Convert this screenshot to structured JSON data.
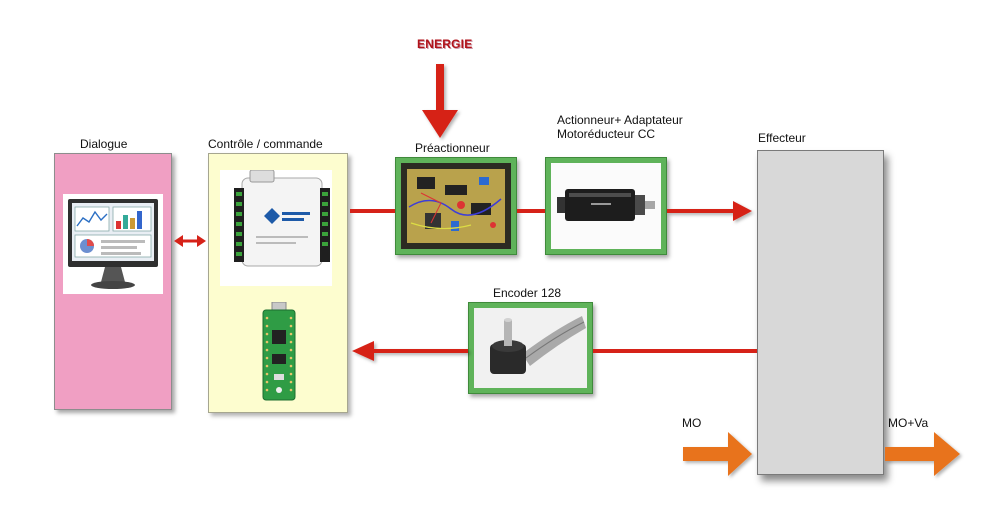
{
  "energy": {
    "label": "ENERGIE"
  },
  "blocks": {
    "dialogue": {
      "label": "Dialogue"
    },
    "control": {
      "label": "Contrôle / commande"
    },
    "preactuator": {
      "label": "Préactionneur"
    },
    "actuator": {
      "label_line1": "Actionneur+ Adaptateur",
      "label_line2": "Motoréducteur CC"
    },
    "effector": {
      "label": "Effecteur"
    },
    "encoder": {
      "label": "Encoder 128"
    }
  },
  "flows": {
    "input": "MO",
    "output": "MO+Va"
  },
  "colors": {
    "signal_arrow": "#d62218",
    "matter_arrow": "#e8731e",
    "dialogue_fill": "#f09fc3",
    "control_fill": "#fdfdcf",
    "effector_fill": "#d8d8d8",
    "frame_green": "#5fb35a"
  }
}
